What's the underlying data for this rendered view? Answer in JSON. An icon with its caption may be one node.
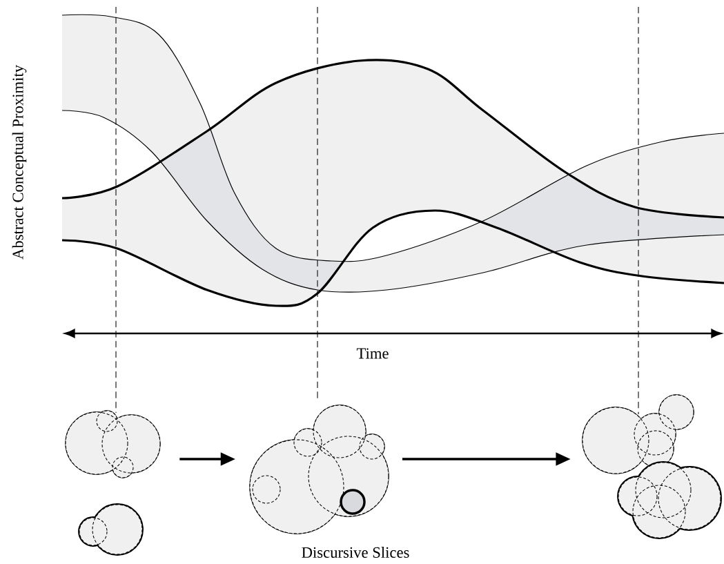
{
  "diagram": {
    "nodes": [
      {
        "text": [],
        "shape": "circle"
      },
      {
        "text": [],
        "shape": "circle"
      },
      {
        "text": [],
        "shape": "circle"
      }
    ],
    "edges": [
      {
        "from": 0,
        "to": 1,
        "arrow": "to"
      },
      {
        "from": 1,
        "to": 2,
        "arrow": "to"
      }
    ],
    "labels": [
      "Abstract Conceptual Proximity",
      "Time",
      "Discursive Slices"
    ]
  }
}
